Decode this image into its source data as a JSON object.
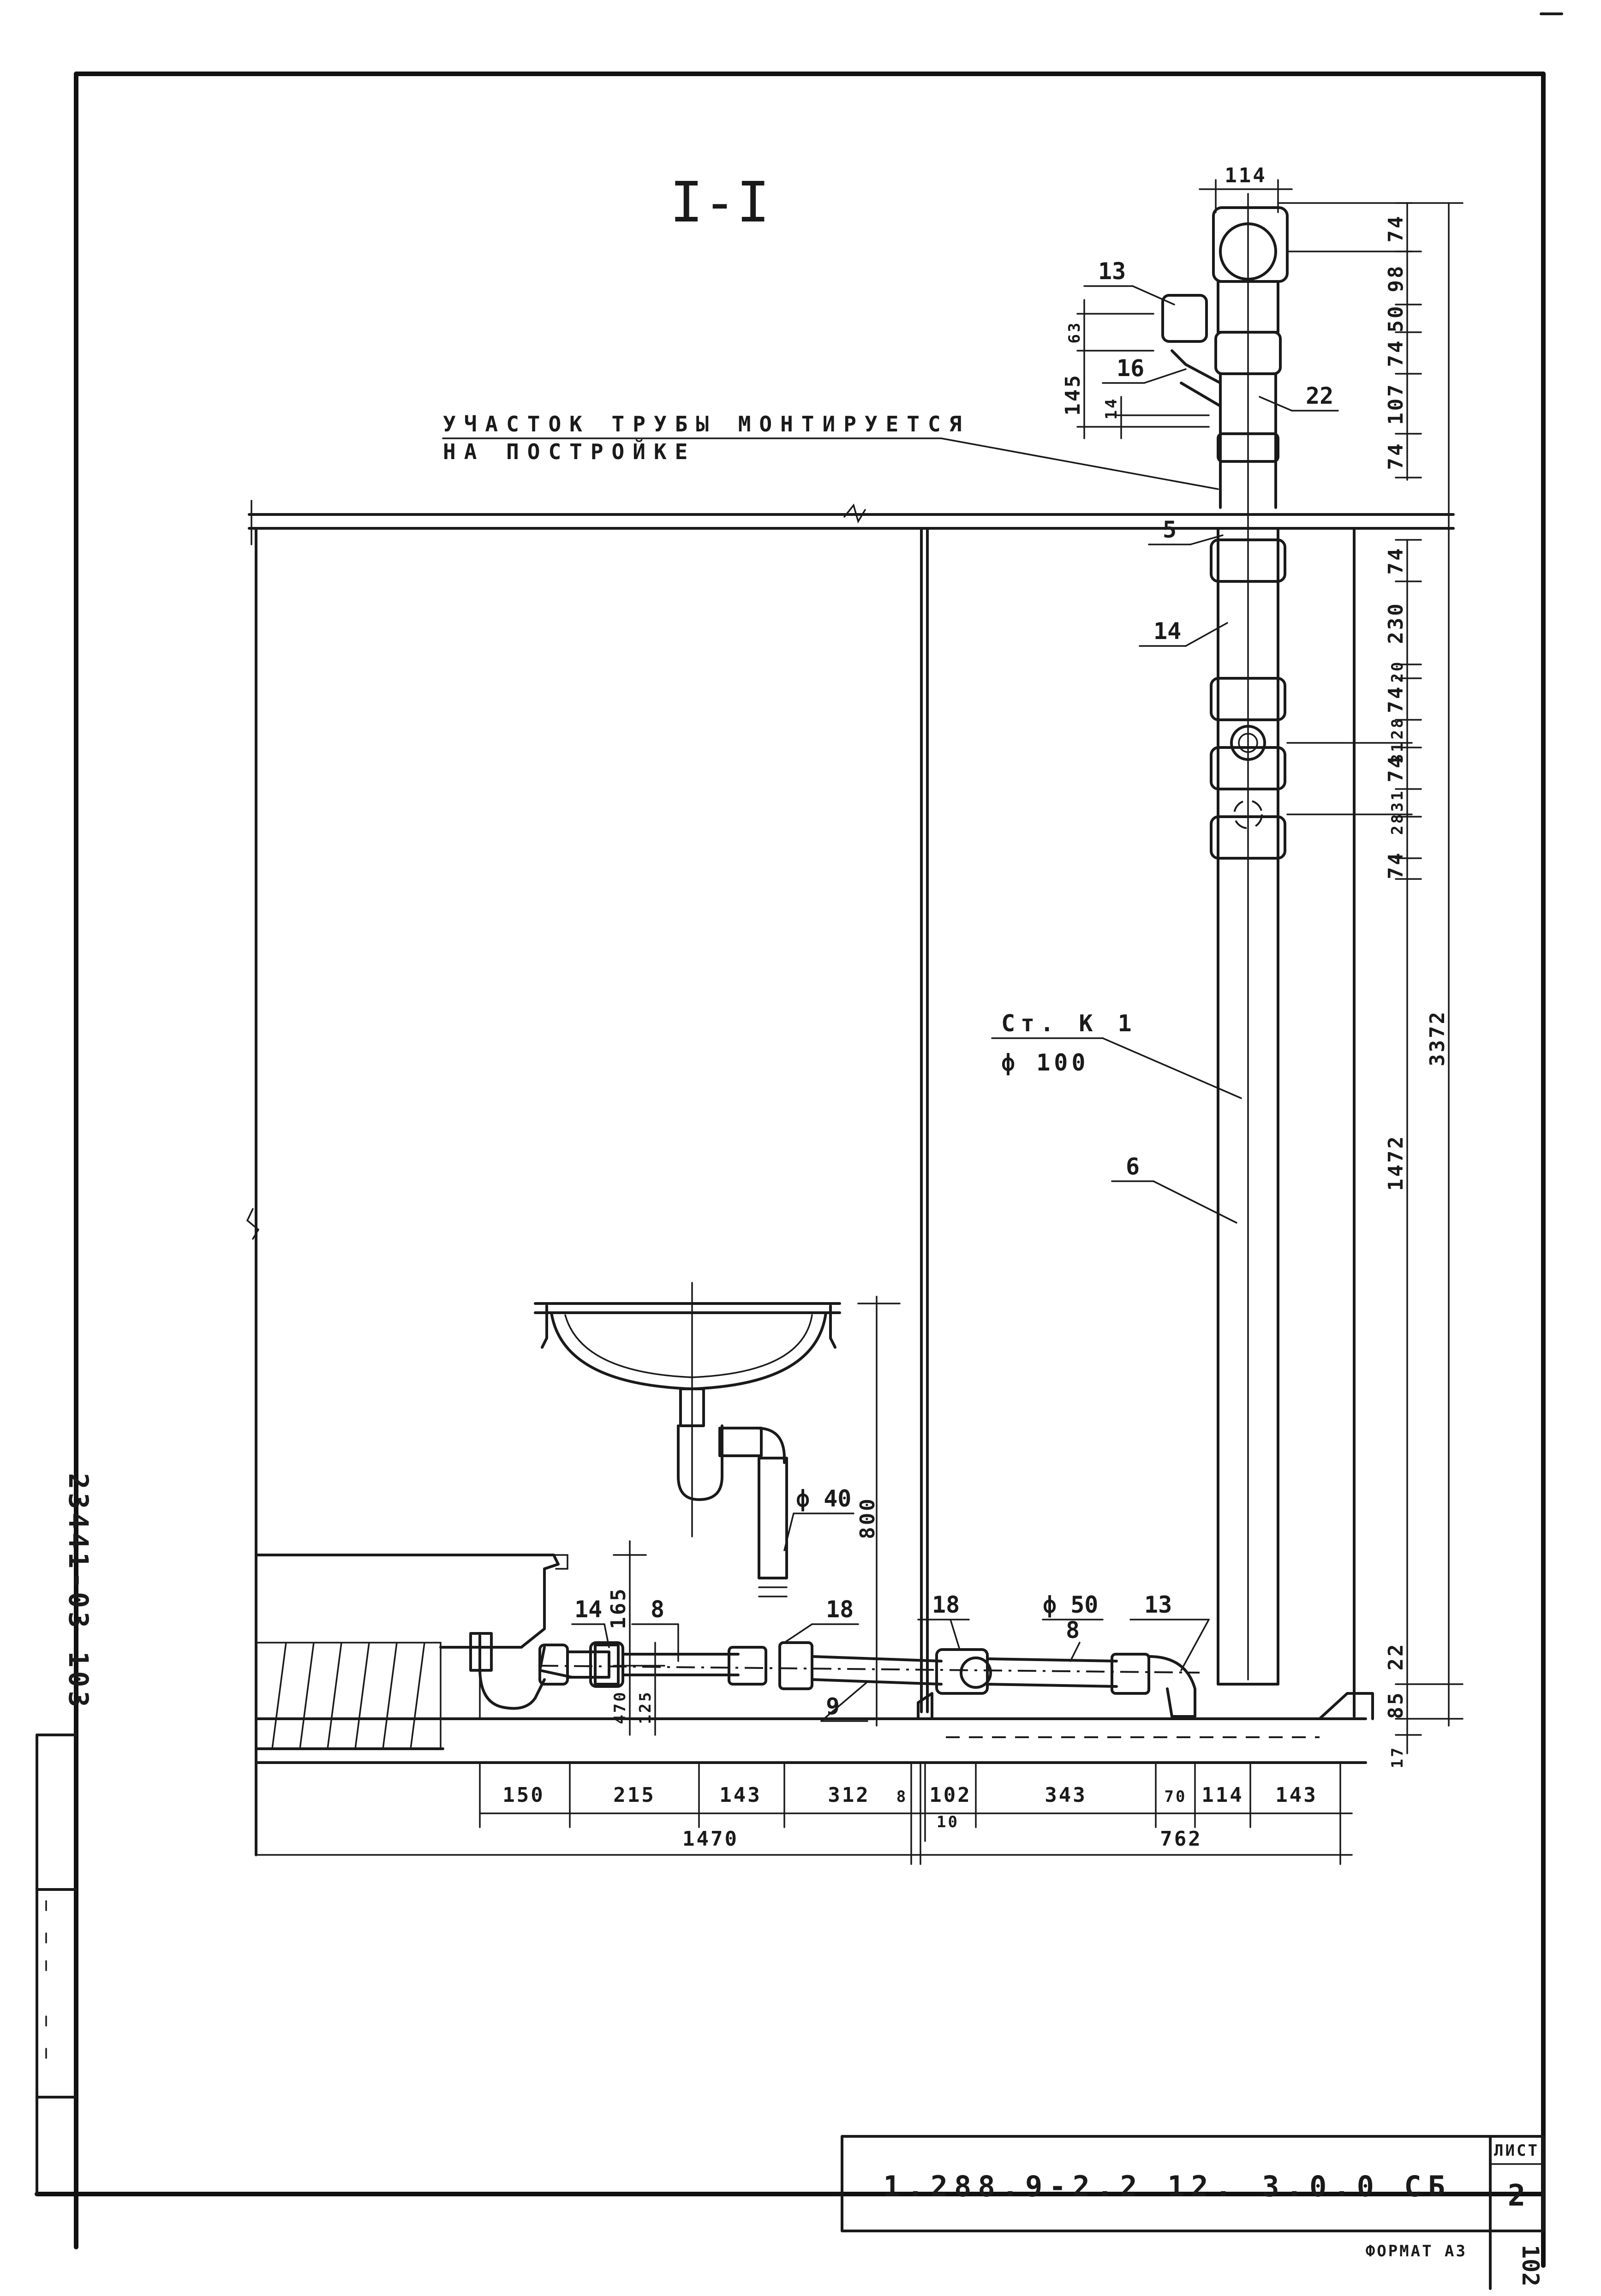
{
  "section_title": "I-I",
  "note_line1": "УЧАСТОК ТРУБЫ МОНТИРУЕТСЯ",
  "note_line2": "НА ПОСТРОЙКЕ",
  "riser_label": "Ст. К 1",
  "riser_diameter": "ф 100",
  "dia_40": "ф 40",
  "dia_50": "ф 50",
  "callouts": {
    "c13_top": "13",
    "c16": "16",
    "c22": "22",
    "c5": "5",
    "c14_riser": "14",
    "c6": "6",
    "c14_low": "14",
    "c8_left": "8",
    "c18_left": "18",
    "c9": "9",
    "c18_right": "18",
    "c8_right": "8",
    "c13_low": "13"
  },
  "dims": {
    "d114_top": "114",
    "d63": "63",
    "d145": "145",
    "d14": "14",
    "r74a": "74",
    "r98": "98",
    "r50": "50",
    "r74b": "74",
    "r107": "107",
    "r74c": "74",
    "r74d": "74",
    "r230": "230",
    "r20": "20",
    "r74e": "74",
    "r28a": "28",
    "r31a": "31",
    "r74f": "74",
    "r31b": "31",
    "r28b": "28",
    "r74g": "74",
    "r3372": "3372",
    "r1472": "1472",
    "r800": "800",
    "r22": "22",
    "r85": "85",
    "r17": "17",
    "v165": "165",
    "v470": "470",
    "v125": "125",
    "h150": "150",
    "h215": "215",
    "h143a": "143",
    "h312": "312",
    "h8": "8",
    "h102": "102",
    "h343": "343",
    "h70": "70",
    "h114": "114",
    "h143b": "143",
    "h10": "10",
    "h1470": "1470",
    "h762": "762"
  },
  "side_code": "23441-03 103",
  "title_block": {
    "sheet_label": "ЛИСТ",
    "sheet_no": "2",
    "doc_code": "1.288.9-2.2 12. 3.0.0 СБ",
    "format": "ФОРМАТ А3",
    "corner": "102"
  }
}
